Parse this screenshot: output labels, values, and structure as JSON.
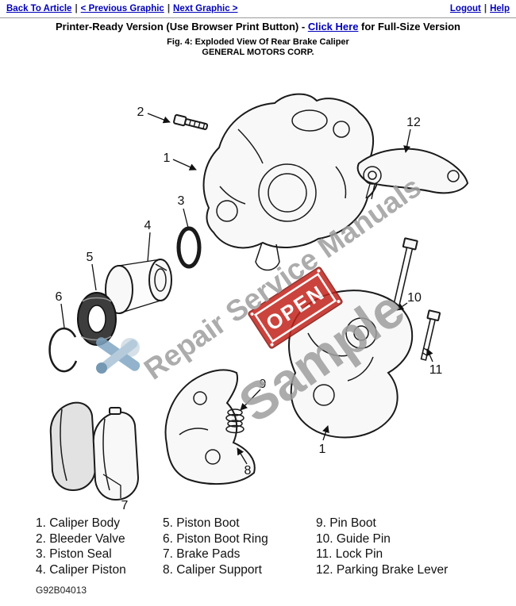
{
  "nav": {
    "back_to_article": "Back To Article",
    "previous_graphic": "< Previous Graphic",
    "next_graphic": "Next Graphic >",
    "logout": "Logout",
    "help": "Help",
    "separator": "|"
  },
  "header": {
    "title_prefix": "Printer-Ready Version (Use Browser Print Button) - ",
    "click_here": "Click Here",
    "title_suffix": " for Full-Size Version",
    "figure_caption": "Fig. 4: Exploded View Of Rear Brake Caliper",
    "manufacturer": "GENERAL MOTORS CORP."
  },
  "diagram": {
    "watermark_text": "Repair Service Manuals",
    "sample_text": "Sample",
    "open_sign_text": "OPEN",
    "callouts": [
      "2",
      "1",
      "12",
      "3",
      "4",
      "5",
      "6",
      "10",
      "11",
      "9",
      "8",
      "1",
      "7"
    ]
  },
  "legend": {
    "columns": [
      {
        "items": [
          "1. Caliper Body",
          "2. Bleeder Valve",
          "3. Piston Seal",
          "4. Caliper Piston"
        ]
      },
      {
        "items": [
          "5. Piston Boot",
          "6. Piston Boot Ring",
          "7. Brake Pads",
          "8. Caliper Support"
        ]
      },
      {
        "items": [
          "9. Pin Boot",
          "10. Guide Pin",
          "11. Lock Pin",
          "12. Parking Brake Lever"
        ]
      }
    ]
  },
  "footer": {
    "figure_id": "G92B04013"
  },
  "colors": {
    "link_blue": "#0000bb",
    "watermark_gray": "#9e9e9e",
    "open_sign_red": "#c3231c"
  }
}
